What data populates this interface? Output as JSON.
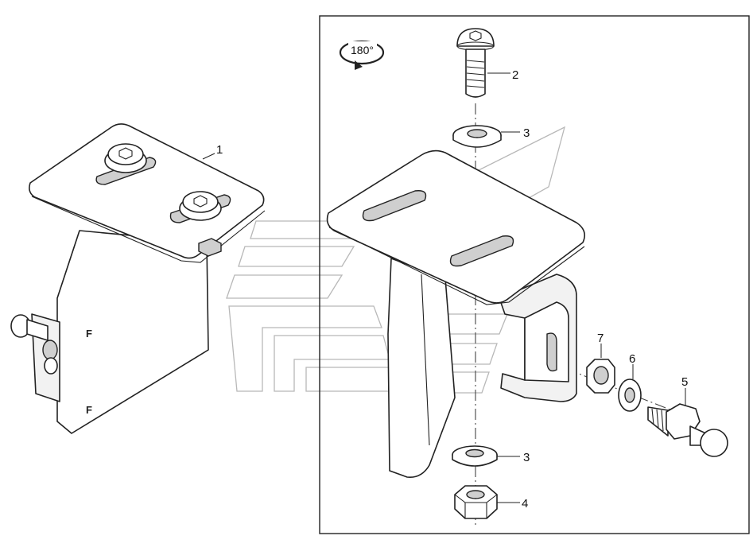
{
  "diagram": {
    "rotation_label": "180°",
    "callouts": [
      {
        "id": "c1",
        "label": "1"
      },
      {
        "id": "c2",
        "label": "2"
      },
      {
        "id": "c3a",
        "label": "3"
      },
      {
        "id": "c3b",
        "label": "3"
      },
      {
        "id": "c4",
        "label": "4"
      },
      {
        "id": "c5",
        "label": "5"
      },
      {
        "id": "c6",
        "label": "6"
      },
      {
        "id": "c7",
        "label": "7"
      }
    ],
    "part_stamps": [
      "F",
      "F"
    ]
  }
}
